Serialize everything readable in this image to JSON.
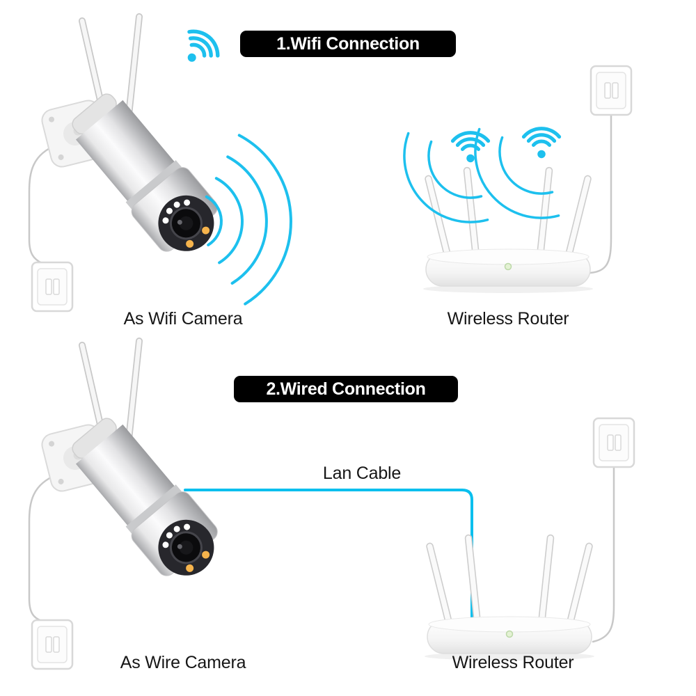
{
  "colors": {
    "accent_cyan": "#1dc0ee",
    "lan_cable": "#0abfee",
    "badge_bg": "#000000",
    "badge_text": "#ffffff",
    "label_text": "#161616"
  },
  "sections": [
    {
      "id": "wifi-connection",
      "badge": "1.Wifi Connection",
      "camera_label": "As Wifi Camera",
      "router_label": "Wireless Router"
    },
    {
      "id": "wired-connection",
      "badge": "2.Wired Connection",
      "cable_label": "Lan Cable",
      "camera_label": "As Wire Camera",
      "router_label": "Wireless Router"
    }
  ]
}
